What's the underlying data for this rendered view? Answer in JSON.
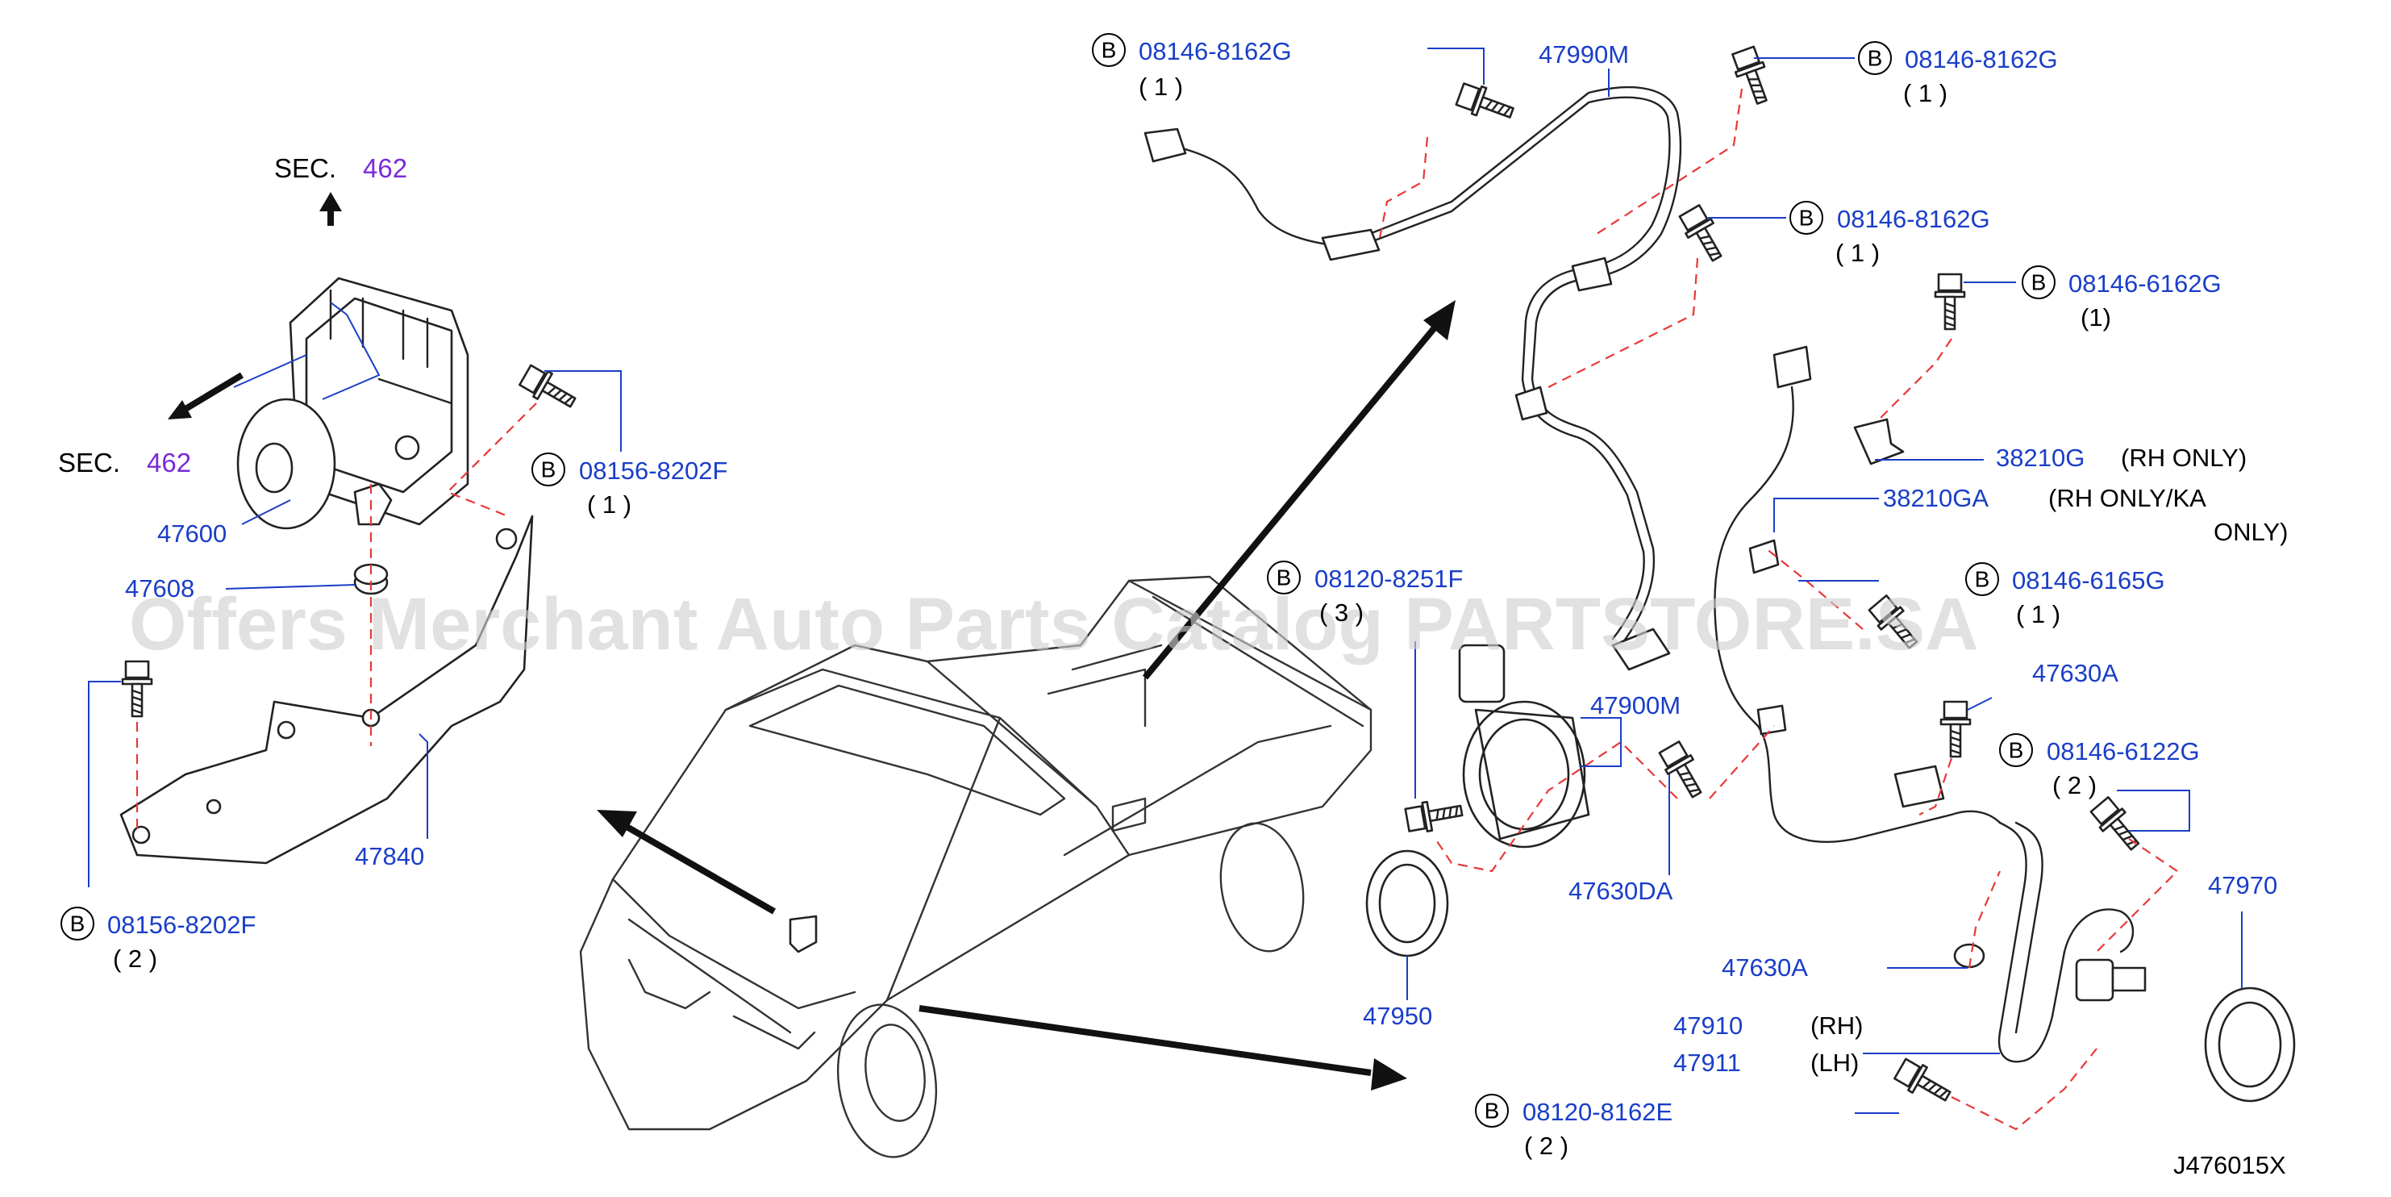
{
  "watermark": "Offers Merchant Auto Parts Catalog PARTSTORE.SA",
  "diagram_code": "J476015X",
  "bolt_marker": "B",
  "sections": [
    {
      "label": "SEC.",
      "number": "462"
    },
    {
      "label": "SEC.",
      "number": "462"
    }
  ],
  "bolts": [
    {
      "part": "08146-8162G",
      "qty": "( 1 )"
    },
    {
      "part": "08146-8162G",
      "qty": "( 1 )"
    },
    {
      "part": "08146-8162G",
      "qty": "( 1 )"
    },
    {
      "part": "08146-6162G",
      "qty": "(1)"
    },
    {
      "part": "08156-8202F",
      "qty": "( 1 )"
    },
    {
      "part": "08120-8251F",
      "qty": "( 3 )"
    },
    {
      "part": "08146-6165G",
      "qty": "( 1 )"
    },
    {
      "part": "08146-6122G",
      "qty": "( 2 )"
    },
    {
      "part": "08156-8202F",
      "qty": "( 2 )"
    },
    {
      "part": "08120-8162E",
      "qty": "( 2 )"
    }
  ],
  "parts": [
    {
      "number": "47990M"
    },
    {
      "number": "47600"
    },
    {
      "number": "47608"
    },
    {
      "number": "47840"
    },
    {
      "number": "38210G",
      "note": "(RH   ONLY)"
    },
    {
      "number": "38210GA",
      "note": "(RH   ONLY/KA",
      "note2": "ONLY)"
    },
    {
      "number": "47630A"
    },
    {
      "number": "47900M"
    },
    {
      "number": "47630DA"
    },
    {
      "number": "47950"
    },
    {
      "number": "47970"
    },
    {
      "number": "47630A"
    },
    {
      "number": "47910",
      "note": "(RH)"
    },
    {
      "number": "47911",
      "note": "(LH)"
    }
  ]
}
